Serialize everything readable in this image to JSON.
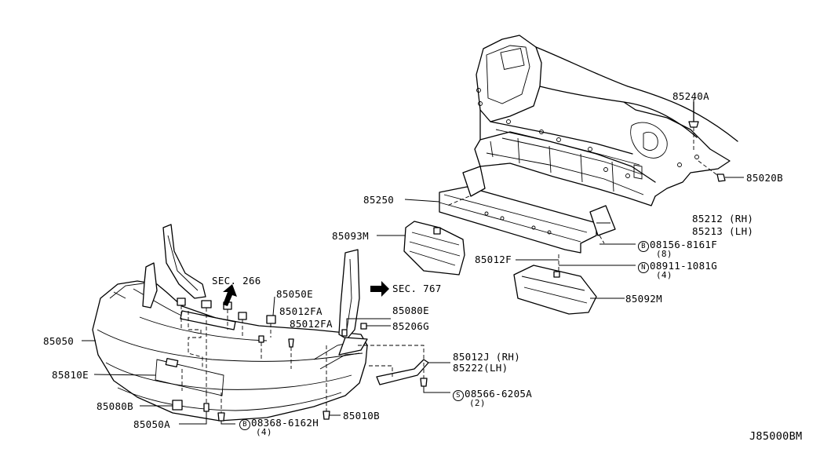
{
  "callouts": {
    "p85240A": "85240A",
    "p85020B": "85020B",
    "p85250": "85250",
    "p85212": "85212 (RH)",
    "p85213": "85213 (LH)",
    "p85093M": "85093M",
    "p08156_mark": "B",
    "p08156": "08156-8161F",
    "p08156_qty": "(8)",
    "p85012F": "85012F",
    "p08911_mark": "N",
    "p08911": "08911-1081G",
    "p08911_qty": "(4)",
    "p85092M": "85092M",
    "sec266": "SEC. 266",
    "sec767": "SEC. 767",
    "p85050E": "85050E",
    "p85012FA_1": "85012FA",
    "p85012FA_2": "85012FA",
    "p85080E": "85080E",
    "p85206G": "85206G",
    "p85050": "85050",
    "p85810E": "85810E",
    "p85012J": "85012J (RH)",
    "p85222": "85222(LH)",
    "p08566_mark": "S",
    "p08566": "08566-6205A",
    "p08566_qty": "(2)",
    "p85080B": "85080B",
    "p85050A": "85050A",
    "p08368_mark": "B",
    "p08368": "08368-6162H",
    "p08368_qty": "(4)",
    "p85010B": "85010B"
  },
  "diagram_code": "J85000BM"
}
